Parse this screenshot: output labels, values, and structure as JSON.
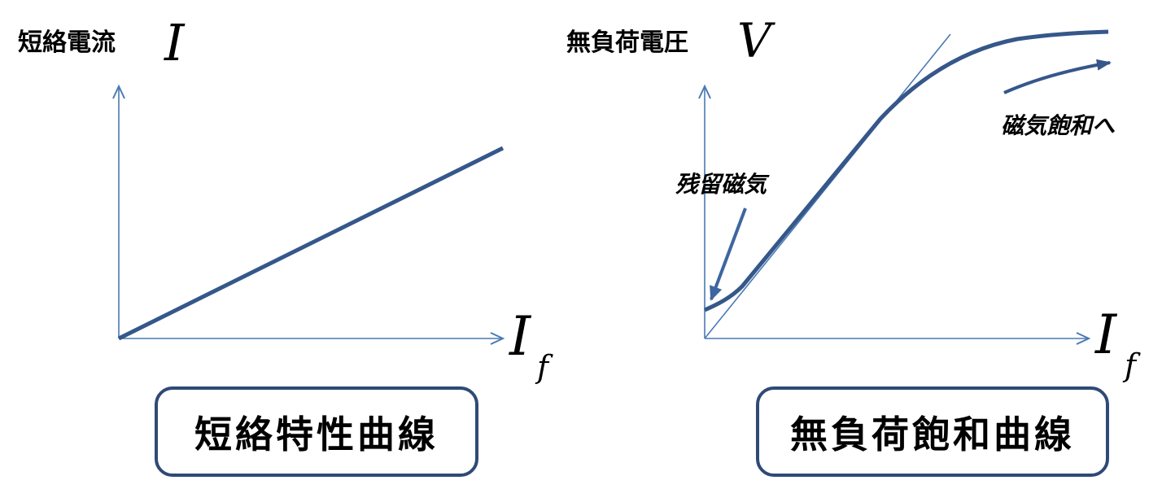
{
  "left_panel": {
    "y_axis_label": "短絡電流",
    "y_axis_symbol": "I",
    "x_axis_symbol": "I",
    "x_axis_subscript": "f",
    "caption": "短絡特性曲線"
  },
  "right_panel": {
    "y_axis_label": "無負荷電圧",
    "y_axis_symbol": "V",
    "x_axis_symbol": "I",
    "x_axis_subscript": "f",
    "annotation_residual": "残留磁気",
    "annotation_saturation": "磁気飽和へ",
    "caption": "無負荷飽和曲線"
  },
  "colors": {
    "axis": "#4a7ab4",
    "curve": "#35578a",
    "box_border": "#2f4a75"
  }
}
